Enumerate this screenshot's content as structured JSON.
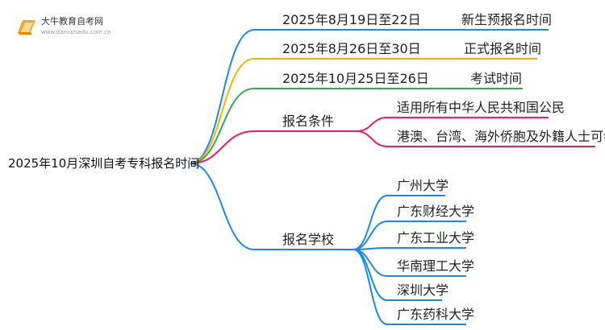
{
  "watermark": {
    "name": "大牛教育自考网",
    "url": "www.daniuzsedu.com.cn"
  },
  "root": {
    "label": "2025年10月深圳自考专科报名时间",
    "children": [
      {
        "label": "2025年8月19日至22日",
        "note": "新生预报名时间",
        "color": "#1e88e5"
      },
      {
        "label": "2025年8月26日至30日",
        "note": "正式报名时间",
        "color": "#f4b400"
      },
      {
        "label": "2025年10月25日至26日",
        "note": "考试时间",
        "color": "#34a853"
      },
      {
        "label": "报名条件",
        "color": "#e91e63",
        "children": [
          "适用所有中华人民共和国公民",
          "港澳、台湾、海外侨胞及外籍人士可参加"
        ]
      },
      {
        "label": "报名学校",
        "color": "#1e88e5",
        "children": [
          "广州大学",
          "广东财经大学",
          "广东工业大学",
          "华南理工大学",
          "深圳大学",
          "广东药科大学"
        ]
      }
    ]
  }
}
